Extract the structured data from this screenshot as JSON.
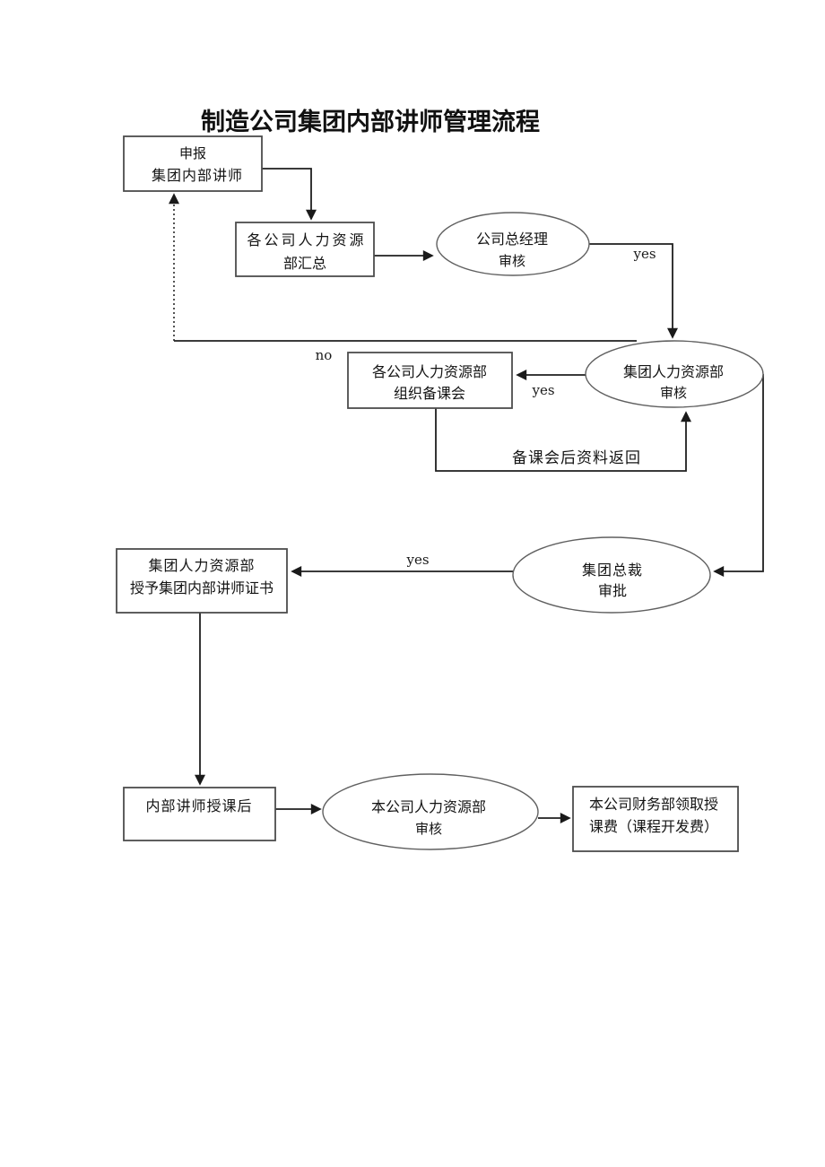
{
  "title": "制造公司集团内部讲师管理流程",
  "nodes": {
    "declare": {
      "line1": "申报",
      "line2": "集团内部讲师"
    },
    "hr_summary": {
      "line1": "各公司人力资源",
      "line2": "部汇总"
    },
    "gm_review": {
      "line1": "公司总经理",
      "line2": "审核"
    },
    "group_hr_review": {
      "line1": "集团人力资源部",
      "line2": "审核"
    },
    "prep_meeting": {
      "line1": "各公司人力资源部",
      "line2": "组织备课会"
    },
    "president_approval": {
      "line1": "集团总裁",
      "line2": "审批"
    },
    "certificate": {
      "line1": "集团人力资源部",
      "line2": "授予集团内部讲师证书"
    },
    "after_teaching": {
      "line1": "内部讲师授课后"
    },
    "company_hr_review": {
      "line1": "本公司人力资源部",
      "line2": "审核"
    },
    "finance_fee": {
      "line1": "本公司财务部领取授",
      "line2": "课费（课程开发费）"
    }
  },
  "edge_labels": {
    "gm_yes": "yes",
    "group_hr_yes": "yes",
    "no_return": "no",
    "materials_return": "备课会后资料返回",
    "president_yes": "yes"
  },
  "colors": {
    "background": "#ffffff",
    "line": "#1f1f1f",
    "box_border": "#4d4d4d",
    "ellipse_border": "#606060",
    "text": "#141414"
  }
}
